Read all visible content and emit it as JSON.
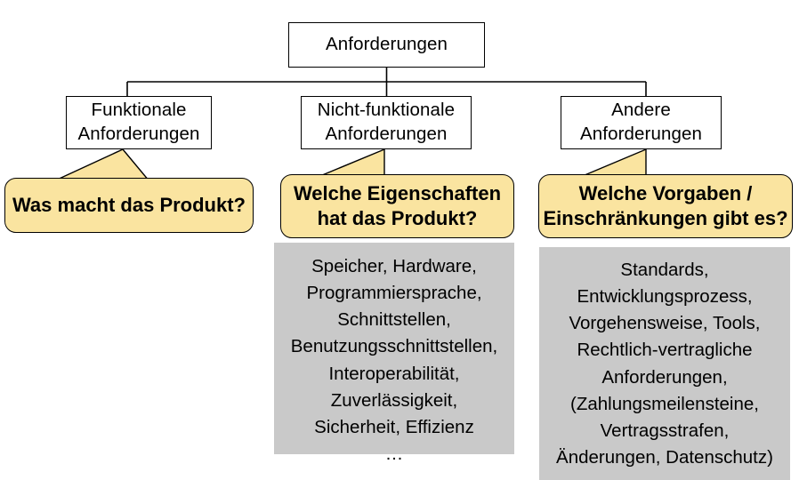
{
  "diagram": {
    "title": "Anforderungen",
    "type": "tree-diagram",
    "colors": {
      "callout_fill": "#FAE4A0",
      "gray_fill": "#C9C9C9",
      "box_fill": "#FFFFFF",
      "line": "#000000"
    },
    "root": {
      "label": "Anforderungen"
    },
    "branches": [
      {
        "id": "funktionale",
        "box_line1": "Funktionale",
        "box_line2": "Anforderungen",
        "callout_line1": "Was macht das Produkt?",
        "callout_line2": "",
        "details": []
      },
      {
        "id": "nicht-funktionale",
        "box_line1": "Nicht-funktionale",
        "box_line2": "Anforderungen",
        "callout_line1": "Welche Eigenschaften",
        "callout_line2": "hat das Produkt?",
        "details": [
          "Speicher, Hardware,",
          "Programmiersprache,",
          "Schnittstellen,",
          "Benutzungsschnittstellen,",
          "Interoperabilität,",
          "Zuverlässigkeit,",
          "Sicherheit, Effizienz",
          "…"
        ]
      },
      {
        "id": "andere",
        "box_line1": "Andere",
        "box_line2": "Anforderungen",
        "callout_line1": "Welche Vorgaben /",
        "callout_line2": "Einschränkungen gibt es?",
        "details": [
          "Standards,",
          "Entwicklungsprozess,",
          "Vorgehensweise, Tools,",
          "Rechtlich-vertragliche",
          "Anforderungen,",
          "(Zahlungsmeilensteine,",
          "Vertragsstrafen,",
          "Änderungen, Datenschutz)",
          "…"
        ]
      }
    ]
  }
}
